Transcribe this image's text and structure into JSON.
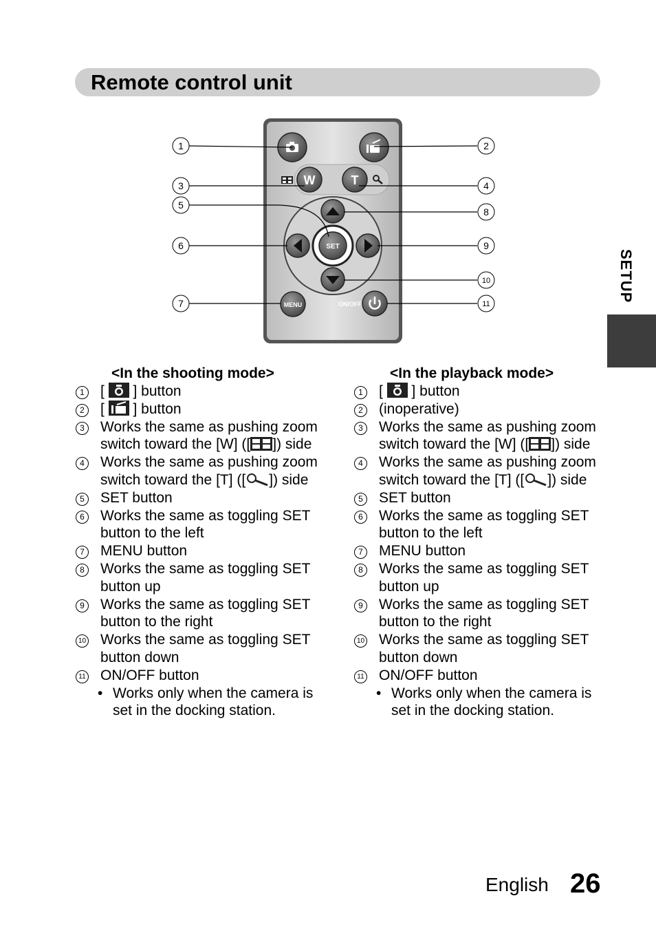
{
  "title": "Remote control unit",
  "side_tab": "SETUP",
  "remote": {
    "w_label": "W",
    "t_label": "T",
    "set_label": "SET",
    "menu_label": "MENU",
    "onoff_label": "ON/OFF"
  },
  "callouts": [
    "1",
    "2",
    "3",
    "4",
    "5",
    "6",
    "7",
    "8",
    "9",
    "10",
    "11"
  ],
  "shooting": {
    "heading": "<In the shooting mode>",
    "items": [
      {
        "num": "1",
        "pre": "[ ",
        "icon": "camera-icon",
        "post": " ] button"
      },
      {
        "num": "2",
        "pre": "[ ",
        "icon": "video-icon",
        "post": " ] button"
      },
      {
        "num": "3",
        "text": "Works the same as pushing zoom switch toward the [W] ([",
        "icon": "wide-icon",
        "post": "]) side"
      },
      {
        "num": "4",
        "text": "Works the same as pushing zoom switch toward the [T] ([",
        "icon": "zoom-magnifier-icon",
        "post": "]) side"
      },
      {
        "num": "5",
        "text": "SET button"
      },
      {
        "num": "6",
        "text": "Works the same as toggling SET button to the left"
      },
      {
        "num": "7",
        "text": "MENU button"
      },
      {
        "num": "8",
        "text": "Works the same as toggling SET button up"
      },
      {
        "num": "9",
        "text": "Works the same as toggling SET button to the right"
      },
      {
        "num": "10",
        "text": "Works the same as toggling SET button down"
      },
      {
        "num": "11",
        "text": "ON/OFF button"
      }
    ],
    "note": "Works only when the camera is set in the docking station."
  },
  "playback": {
    "heading": "<In the playback mode>",
    "items": [
      {
        "num": "1",
        "pre": "[ ",
        "icon": "camera-icon",
        "post": " ] button"
      },
      {
        "num": "2",
        "text": "(inoperative)"
      },
      {
        "num": "3",
        "text": "Works the same as pushing zoom switch toward the [W] ([",
        "icon": "wide-icon",
        "post": "]) side"
      },
      {
        "num": "4",
        "text": "Works the same as pushing zoom switch toward the [T] ([",
        "icon": "zoom-magnifier-icon",
        "post": "]) side"
      },
      {
        "num": "5",
        "text": "SET button"
      },
      {
        "num": "6",
        "text": "Works the same as toggling SET button to the left"
      },
      {
        "num": "7",
        "text": "MENU button"
      },
      {
        "num": "8",
        "text": "Works the same as toggling SET button up"
      },
      {
        "num": "9",
        "text": "Works the same as toggling SET button to the right"
      },
      {
        "num": "10",
        "text": "Works the same as toggling SET button down"
      },
      {
        "num": "11",
        "text": "ON/OFF button"
      }
    ],
    "note": "Works only when the camera is set in the docking station."
  },
  "footer": {
    "language": "English",
    "page": "26"
  }
}
